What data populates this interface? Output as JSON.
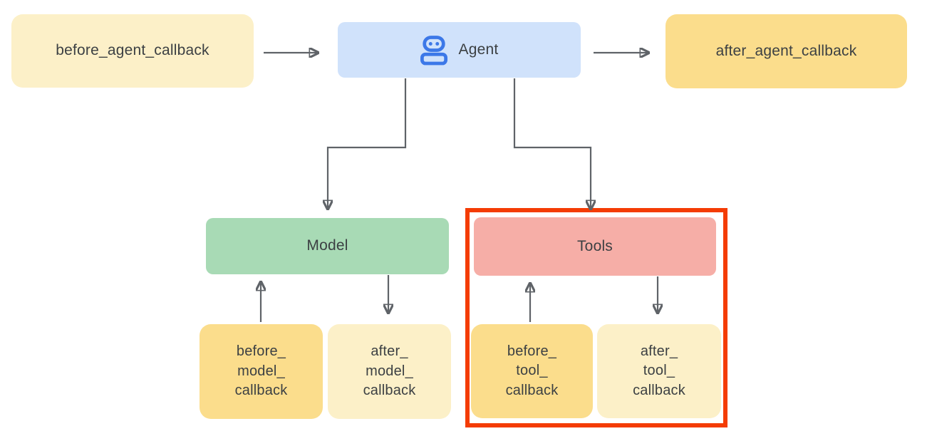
{
  "diagram": {
    "title": "agent-callbacks-flow"
  },
  "colors": {
    "canvas_bg": "#ffffff",
    "agent_blue": "#D0E2FB",
    "robot_blue": "#3C78E8",
    "model_green": "#A8DAB5",
    "tools_pink": "#F6AEA7",
    "callback_gold": "#FBDD8C",
    "callback_light": "#FCF0C8",
    "highlight_red": "#F43C04",
    "arrow_gray": "#5F6368",
    "text_dark": "#3C4043"
  },
  "nodes": {
    "before_agent_callback": {
      "label": "before_agent_callback"
    },
    "agent": {
      "label": "Agent",
      "icon": "robot-icon"
    },
    "after_agent_callback": {
      "label": "after_agent_callback"
    },
    "model": {
      "label": "Model"
    },
    "tools": {
      "label": "Tools"
    },
    "before_model_callback": {
      "label": "before_\nmodel_\ncallback"
    },
    "after_model_callback": {
      "label": "after_\nmodel_\ncallback"
    },
    "before_tool_callback": {
      "label": "before_\ntool_\ncallback"
    },
    "after_tool_callback": {
      "label": "after_\ntool_\ncallback"
    }
  },
  "edges": [
    {
      "from": "before_agent_callback",
      "to": "agent"
    },
    {
      "from": "agent",
      "to": "after_agent_callback"
    },
    {
      "from": "agent",
      "to": "model"
    },
    {
      "from": "agent",
      "to": "tools"
    },
    {
      "from": "before_model_callback",
      "to": "model"
    },
    {
      "from": "model",
      "to": "after_model_callback"
    },
    {
      "from": "before_tool_callback",
      "to": "tools"
    },
    {
      "from": "tools",
      "to": "after_tool_callback"
    }
  ],
  "highlight": {
    "target": "tools-group"
  }
}
